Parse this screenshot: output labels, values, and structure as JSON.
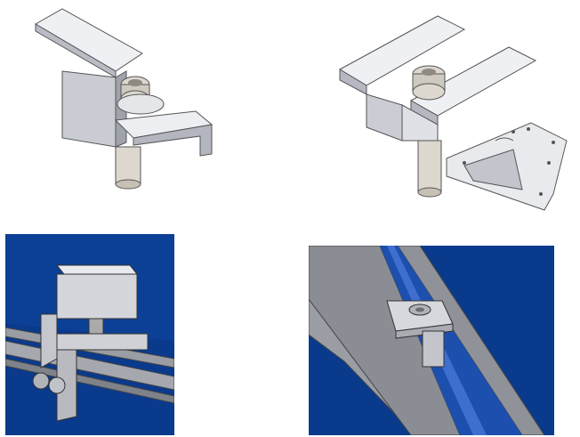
{
  "figure": {
    "panels": [
      {
        "id": "p1",
        "subject": "end-clamp-cad-render"
      },
      {
        "id": "p2",
        "subject": "mid-clamp-with-grounding-plate-cad-render"
      },
      {
        "id": "p3",
        "subject": "end-clamp-installed-on-rail-beside-blue-panel"
      },
      {
        "id": "p4",
        "subject": "mid-clamp-installed-between-two-panels-on-rail"
      }
    ],
    "colors": {
      "background": "#ffffff",
      "metal_light": "#eceef2",
      "metal_mid": "#c4c7cf",
      "metal_dark": "#8e929b",
      "bolt": "#d8d4cc",
      "panel_blue": "#0a3a8c",
      "panel_blue_dark": "#062a6a",
      "rail_grey": "#9a9da3"
    }
  }
}
